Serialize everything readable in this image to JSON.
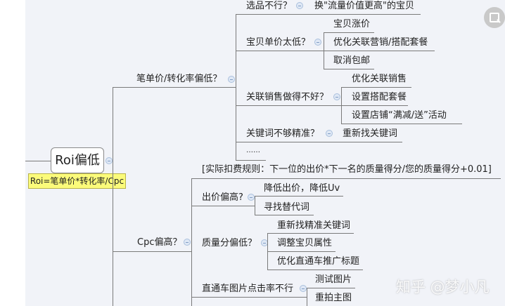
{
  "root": {
    "label": "Roi偏低",
    "note": "Roi=笔单价*转化率/Cpc"
  },
  "branch1": {
    "label": "笔单价/转化率偏低？",
    "items": [
      {
        "label": "选品不行？",
        "children": [
          "换\"流量价值更高\"的宝贝"
        ]
      },
      {
        "label": "宝贝单价太低？",
        "children": [
          "宝贝涨价",
          "优化关联营销/搭配套餐",
          "取消包邮"
        ]
      },
      {
        "label": "关联销售做得不好？",
        "children": [
          "优化关联销售",
          "设置搭配套餐",
          "设置店铺“满减/送”活动"
        ]
      },
      {
        "label": "关键词不够精准？",
        "children": [
          "重新找关键词"
        ]
      },
      {
        "label": "……"
      }
    ]
  },
  "branch2": {
    "label": "Cpc偏高？",
    "items": [
      {
        "label": "[实际扣费规则：下一位的出价*下一名的质量得分/您的质量得分+0.01]"
      },
      {
        "label": "出价偏高?",
        "children": [
          "降低出价，降低Uv",
          "寻找替代词"
        ]
      },
      {
        "label": "质量分偏低？",
        "children": [
          "重新找精准关键词",
          "调整宝贝属性",
          "优化直通车推广标题"
        ]
      },
      {
        "label": "直通车图片点击率不行",
        "children": [
          "测试图片",
          "重拍主图"
        ]
      }
    ]
  },
  "watermark": "知乎 @梦小凡"
}
